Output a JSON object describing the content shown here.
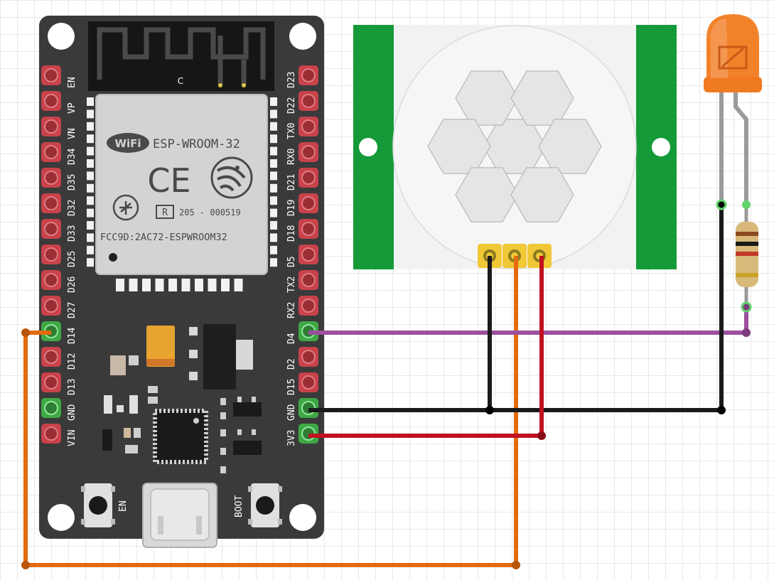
{
  "board": {
    "module_name": "ESP-WROOM-32",
    "wifi_logo": "WiFi",
    "ce_mark": "CE",
    "r_mark": "R",
    "cert_code": "205 - 000519",
    "fcc_id": "FCC9D:2AC72-ESPWROOM32",
    "antenna_mark": "C",
    "left_pins": [
      "EN",
      "VP",
      "VN",
      "D34",
      "D35",
      "D32",
      "D33",
      "D25",
      "D26",
      "D27",
      "D14",
      "D12",
      "D13",
      "GND",
      "VIN"
    ],
    "right_pins": [
      "D23",
      "D22",
      "TX0",
      "RX0",
      "D21",
      "D19",
      "D18",
      "D5",
      "TX2",
      "RX2",
      "D4",
      "D2",
      "D15",
      "GND",
      "3V3"
    ],
    "en_button_label": "EN",
    "boot_button_label": "BOOT"
  },
  "colors": {
    "board": "#3a3a3a",
    "pin_pad": "#c8424a",
    "pin_connected": "#3fa845",
    "pir_pcb": "#159a3a",
    "wire_orange": "#e46a0e",
    "wire_black": "#1a1a1a",
    "wire_red": "#c0111f",
    "wire_purple": "#9c4f9e",
    "led": "#f26b1a"
  },
  "components": [
    "esp32-devkit",
    "pir-motion-sensor",
    "resistor",
    "orange-led"
  ],
  "wires": [
    "orange",
    "black",
    "red",
    "purple"
  ]
}
